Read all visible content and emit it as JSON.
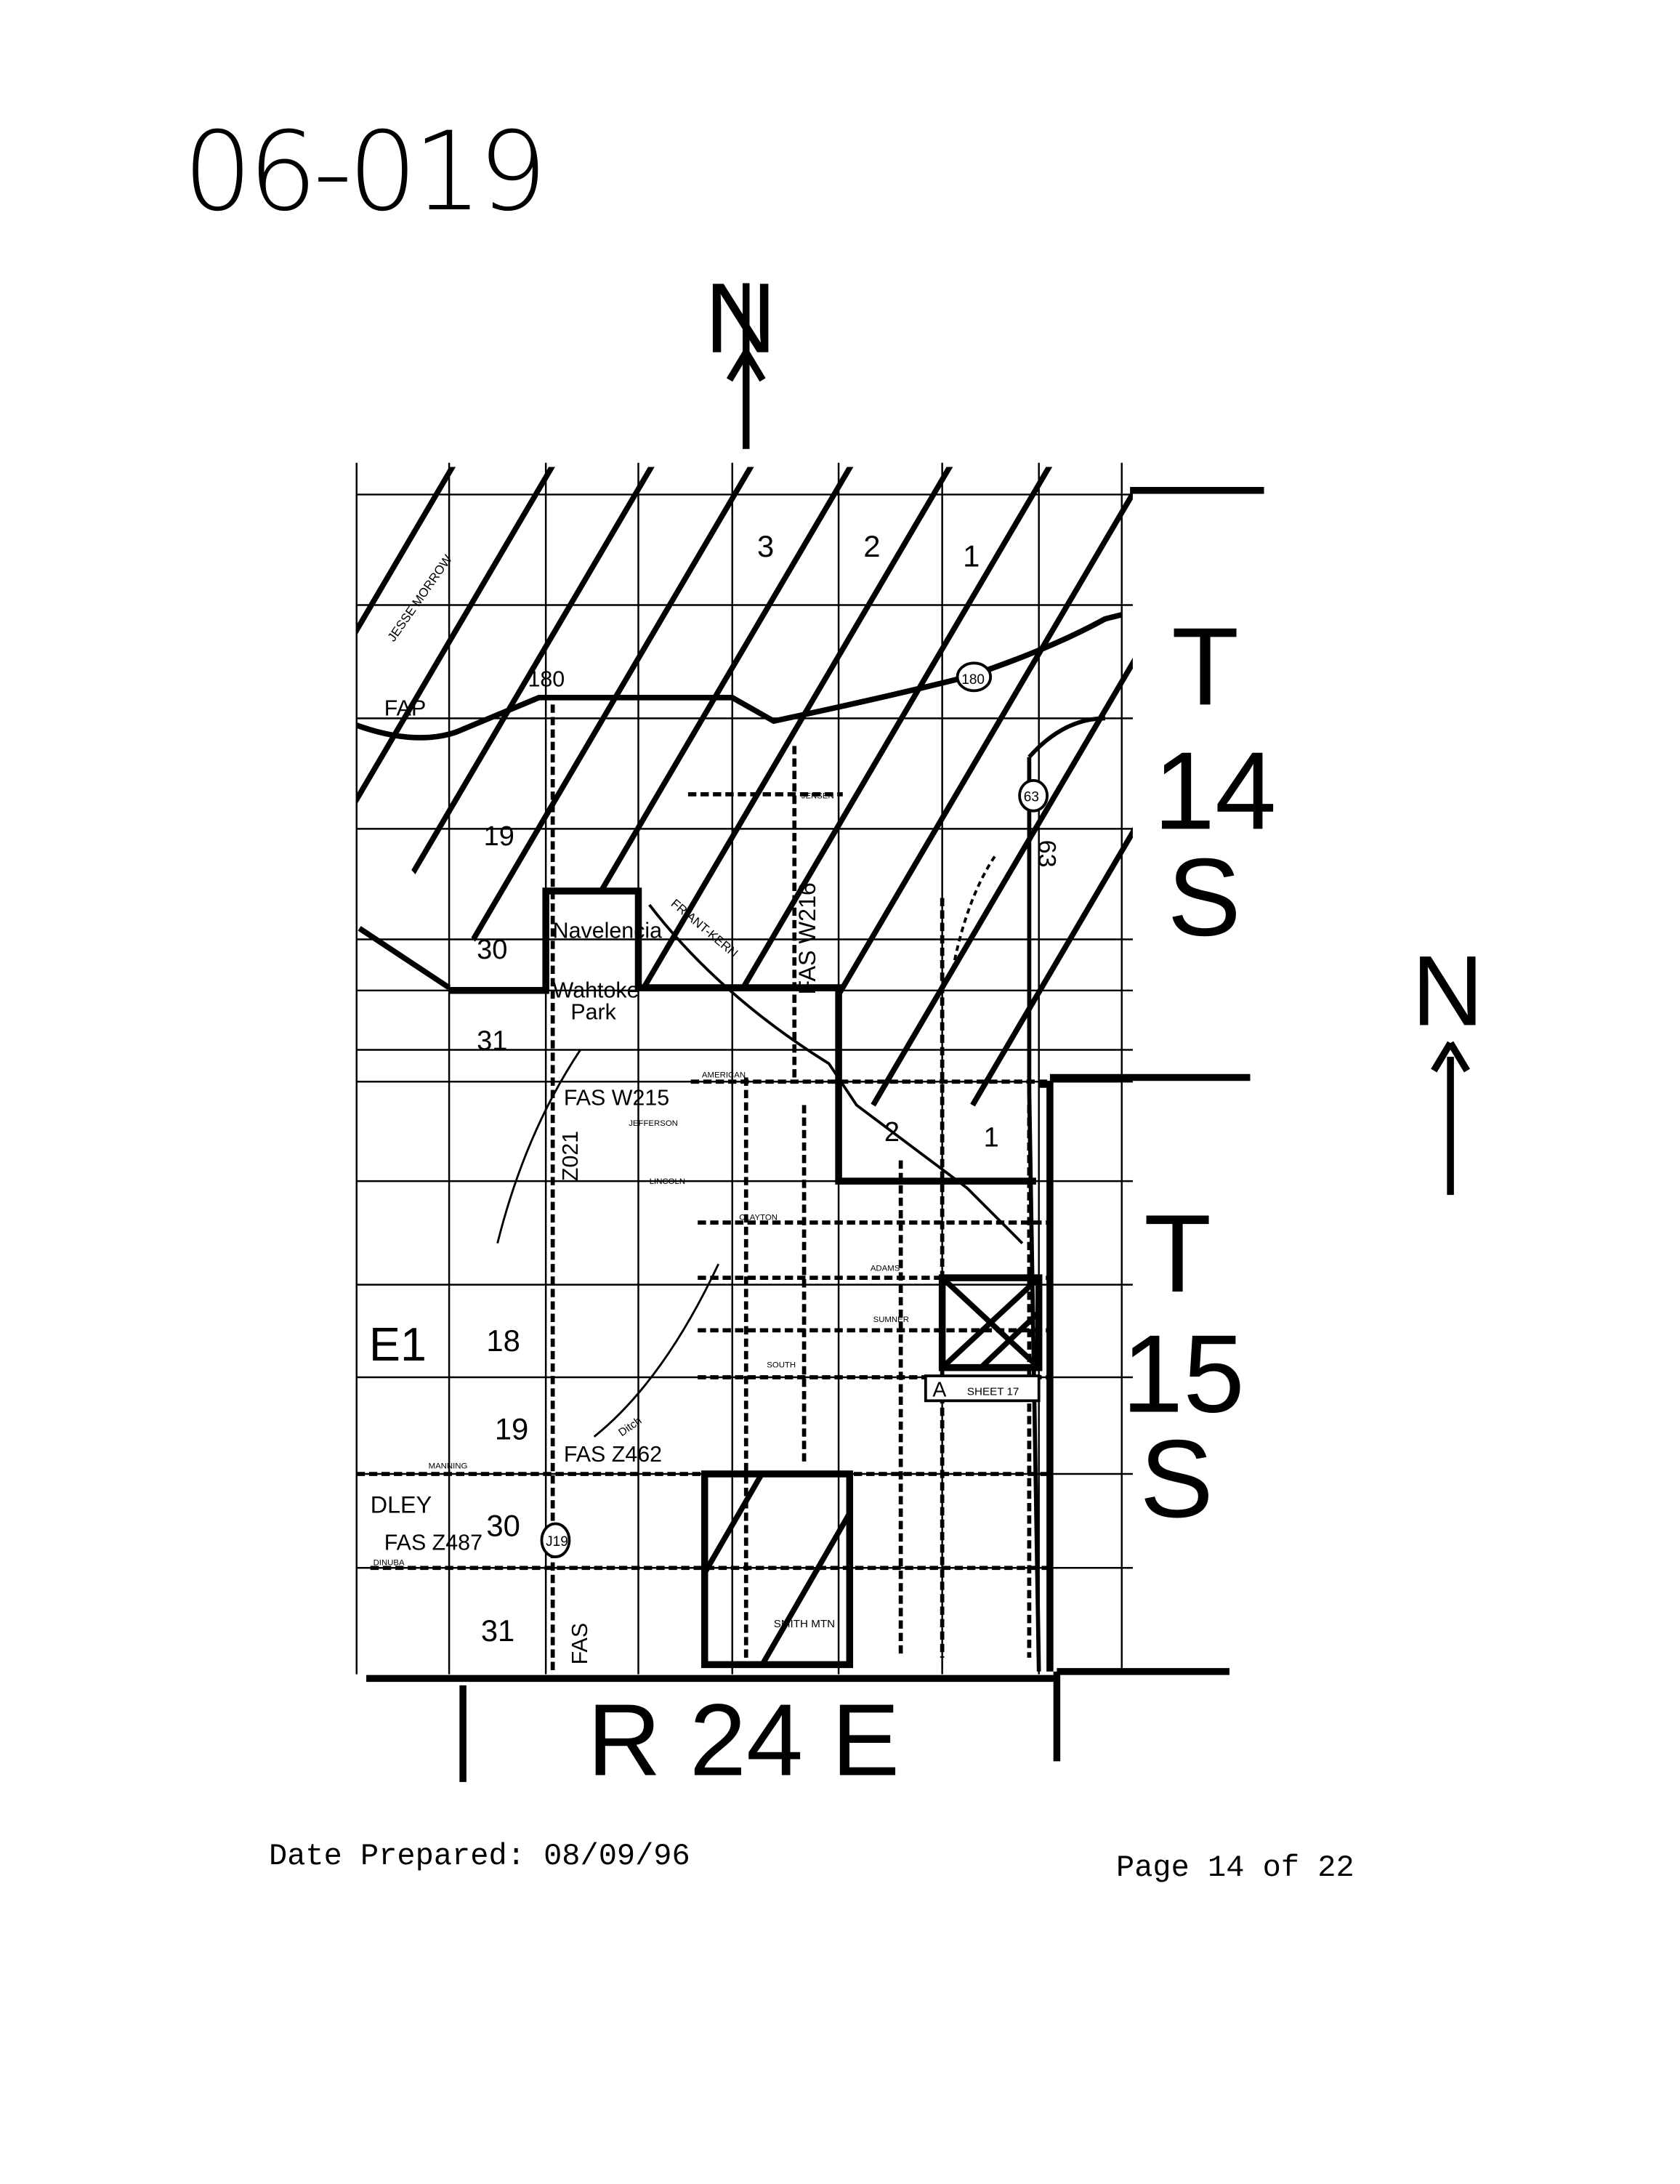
{
  "document": {
    "id": "06-019",
    "date_label": "Date Prepared:",
    "date_value": "08/09/96",
    "page_text": "Page 14 of 22"
  },
  "map": {
    "north_top": "N",
    "north_right": "N",
    "township_top": [
      "T",
      "14",
      "S"
    ],
    "township_bottom": [
      "T",
      "15",
      "S"
    ],
    "range": "R 24 E",
    "places": {
      "navelencia": "Navelencia",
      "wahtoke": "Wahtoke",
      "park": "Park",
      "dley": "DLEY",
      "e1": "E1",
      "fap": "FAP",
      "hwy180a": "180",
      "hwy180b": "180",
      "hwy63shield": "63",
      "hwy63": "63",
      "j19": "J19",
      "sheet_a": "A",
      "sheet17": "SHEET 17",
      "smith_mtn": "SMITH MTN",
      "friant_kern": "FRIANT-KERN",
      "jesse_morrow": "JESSE MORROW",
      "jensen": "JENSEN",
      "lincoln": "LINCOLN",
      "clayton": "CLAYTON",
      "adams": "ADAMS",
      "sumner": "SUMNER",
      "south": "SOUTH",
      "manning": "MANNING",
      "dinuba": "DINUBA",
      "american": "AMERICAN",
      "jefferson": "JEFFERSON",
      "ditch": "Ditch"
    },
    "routes": {
      "fas_w215": "FAS W215",
      "z021": "Z021",
      "fas_z462": "FAS Z462",
      "fas_z487": "FAS Z487",
      "fas_w216": "FAS W216",
      "fas_bottom": "FAS"
    },
    "section_numbers": [
      "3",
      "2",
      "1",
      "19",
      "30",
      "31",
      "2",
      "1",
      "18",
      "19",
      "30",
      "31"
    ]
  }
}
